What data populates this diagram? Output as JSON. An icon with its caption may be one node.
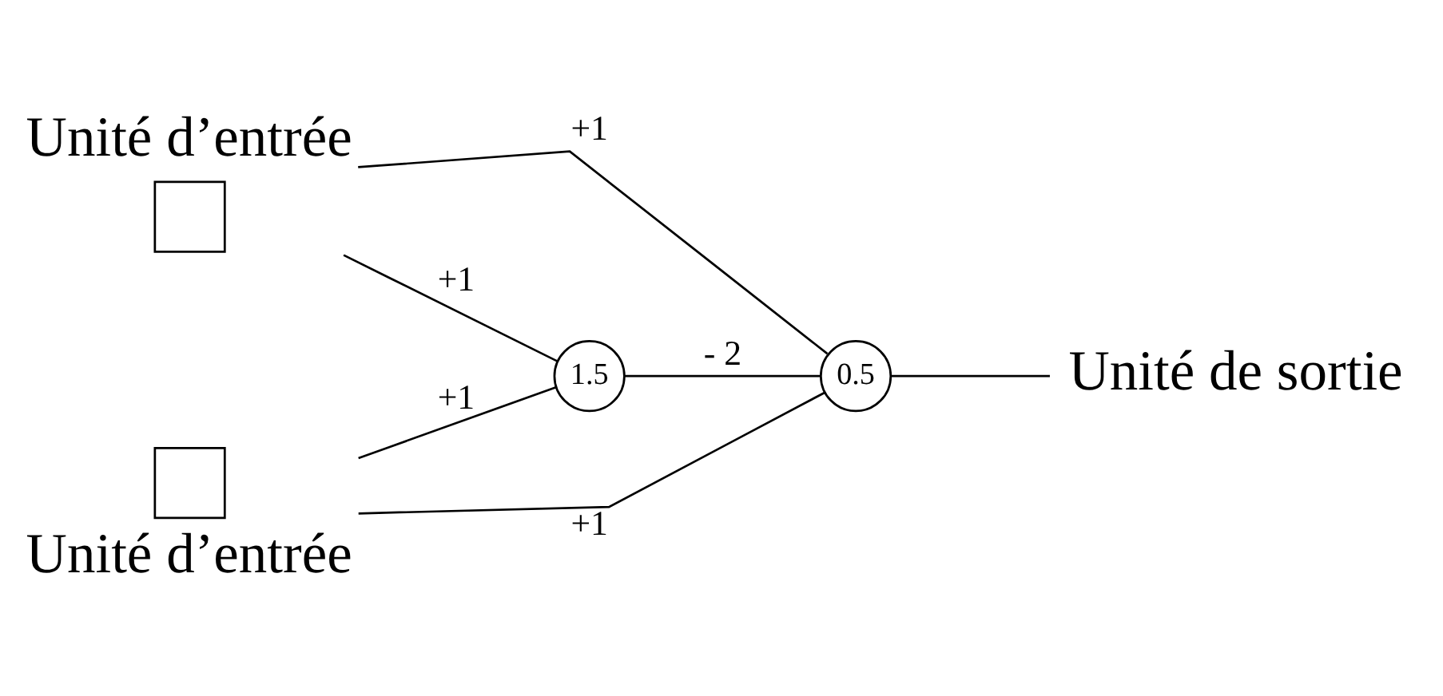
{
  "diagram": {
    "nodes": [
      {
        "text": [
          "Unité d’entrée"
        ]
      },
      {
        "text": [
          "Unité d’entrée"
        ]
      },
      {
        "text": [
          "1.5"
        ]
      },
      {
        "text": [
          "0.5"
        ]
      },
      {
        "text": [
          "Unité de sortie"
        ]
      }
    ],
    "edges": [
      {
        "from": 0,
        "to": 3,
        "arrow": "none",
        "label": "+1"
      },
      {
        "from": 0,
        "to": 2,
        "arrow": "none",
        "label": "+1"
      },
      {
        "from": 2,
        "to": 3,
        "arrow": "none",
        "label": "- 2"
      },
      {
        "from": 1,
        "to": 2,
        "arrow": "none",
        "label": "+1"
      },
      {
        "from": 1,
        "to": 3,
        "arrow": "none",
        "label": "+1"
      },
      {
        "from": 3,
        "to": 4,
        "arrow": "none"
      }
    ]
  }
}
